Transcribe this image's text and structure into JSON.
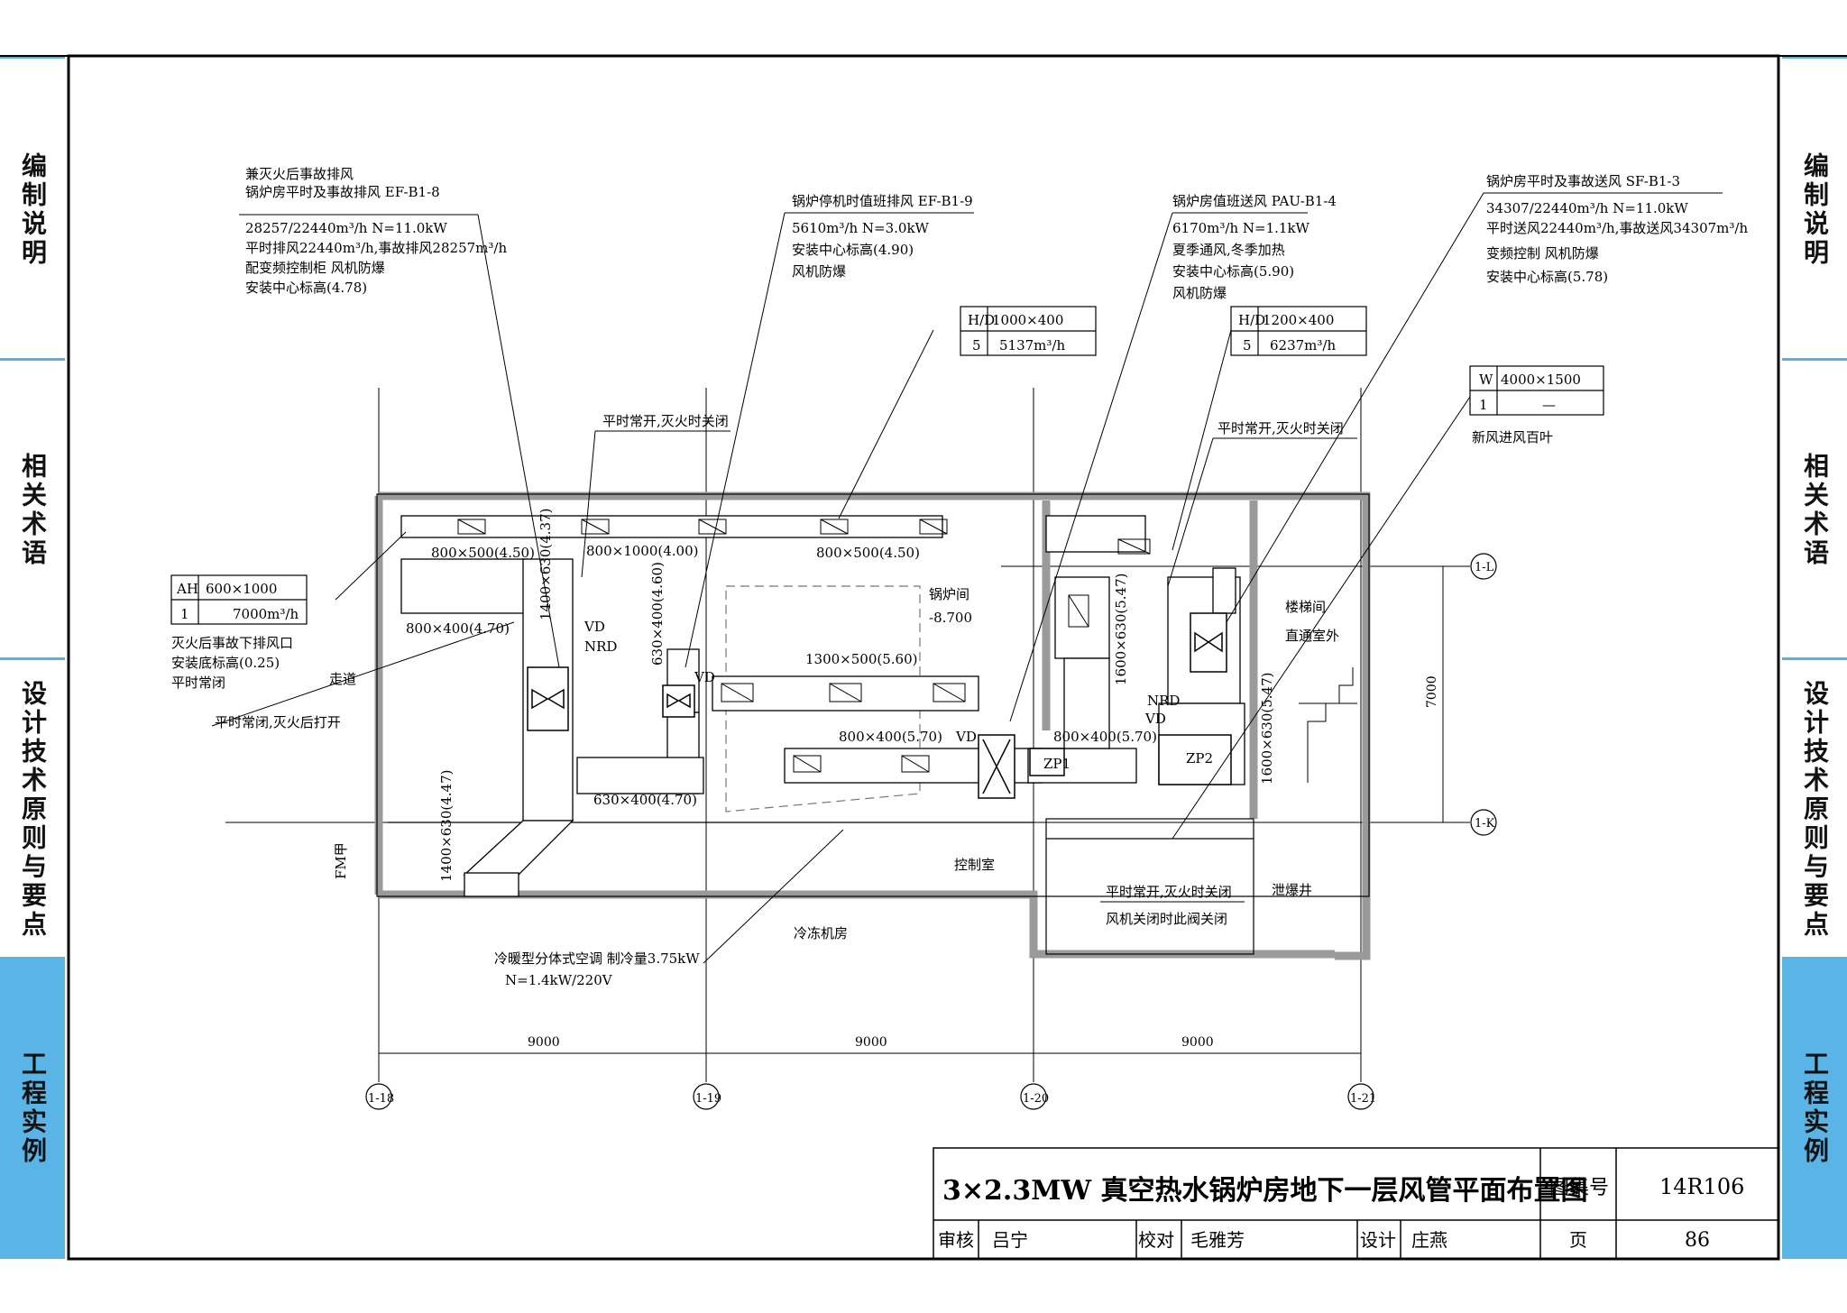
{
  "side_tabs": [
    "编制说明",
    "相关术语",
    "设计技术原则与要点",
    "工程实例"
  ],
  "annotations": {
    "ef_b1_8": [
      "兼灭火后事故排风",
      "锅炉房平时及事故排风 EF-B1-8",
      "28257/22440m³/h N=11.0kW",
      "平时排风22440m³/h,事故排风28257m³/h",
      "配变频控制柜 风机防爆",
      "安装中心标高(4.78)"
    ],
    "ef_b1_9": [
      "锅炉停机时值班排风 EF-B1-9",
      "5610m³/h N=3.0kW",
      "安装中心标高(4.90)",
      "风机防爆"
    ],
    "pau_b1_4": [
      "锅炉房值班送风 PAU-B1-4",
      "6170m³/h N=1.1kW",
      "夏季通风,冬季加热",
      "安装中心标高(5.90)",
      "风机防爆"
    ],
    "sf_b1_3": [
      "锅炉房平时及事故送风 SF-B1-3",
      "34307/22440m³/h N=11.0kW",
      "平时送风22440m³/h,事故送风34307m³/h",
      "变频控制 风机防爆",
      "安装中心标高(5.78)"
    ],
    "ah_note": [
      "灭火后事故下排风口",
      "安装底标高(0.25)",
      "平时常闭"
    ],
    "split_ac": [
      "冷暖型分体式空调 制冷量3.75kW",
      "N=1.4kW/220V"
    ],
    "valve_notes": [
      "平时常开,灭火时关闭",
      "平时常开,灭火时关闭",
      "平时常闭,灭火后打开",
      "平时常开,灭火时关闭",
      "风机关闭时此阀关闭"
    ],
    "louver_label": "新风进风百叶"
  },
  "tables": {
    "t1": {
      "h1": "H/D",
      "v1": "1000×400",
      "h2": "5",
      "v2": "5137m³/h"
    },
    "t2": {
      "h1": "H/D",
      "v1": "1200×400",
      "h2": "5",
      "v2": "6237m³/h"
    },
    "t3": {
      "h1": "W",
      "v1": "4000×1500",
      "h2": "1",
      "v2": "—"
    },
    "t4": {
      "h1": "AH",
      "v1": "600×1000",
      "h2": "1",
      "v2": "7000m³/h"
    }
  },
  "duct_labels": [
    "800×500(4.50)",
    "800×1000(4.00)",
    "800×500(4.50)",
    "800×400(4.70)",
    "1400×630(4.37)",
    "630×400(4.60)",
    "1300×500(5.60)",
    "800×400(5.70)",
    "800×400(5.70)",
    "630×400(4.70)",
    "1400×630(4.47)",
    "1600×630(5.47)",
    "1600×630(5.47)"
  ],
  "equipment_labels": [
    "VD",
    "NRD",
    "VD",
    "VD",
    "ZP1",
    "ZP2",
    "NRD",
    "VD",
    "FM甲"
  ],
  "rooms": {
    "boiler": "锅炉间",
    "boiler_elev": "-8.700",
    "corridor": "走道",
    "stair": "楼梯间",
    "stair_sub": "直通室外",
    "control": "控制室",
    "cooling": "冷冻机房",
    "shaft": "泄爆井"
  },
  "grid": {
    "axes": [
      "1-18",
      "1-19",
      "1-20",
      "1-21"
    ],
    "rows": [
      "1-L",
      "1-K"
    ],
    "spans": [
      "9000",
      "9000",
      "9000"
    ],
    "row_span": "7000"
  },
  "title_block": {
    "title": "3×2.3MW 真空热水锅炉房地下一层风管平面布置图",
    "atlas_label": "图集号",
    "atlas_no": "14R106",
    "review_label": "审核",
    "reviewer": "吕宁",
    "check_label": "校对",
    "checker": "毛雅芳",
    "design_label": "设计",
    "designer": "庄燕",
    "page_label": "页",
    "page_no": "86"
  }
}
